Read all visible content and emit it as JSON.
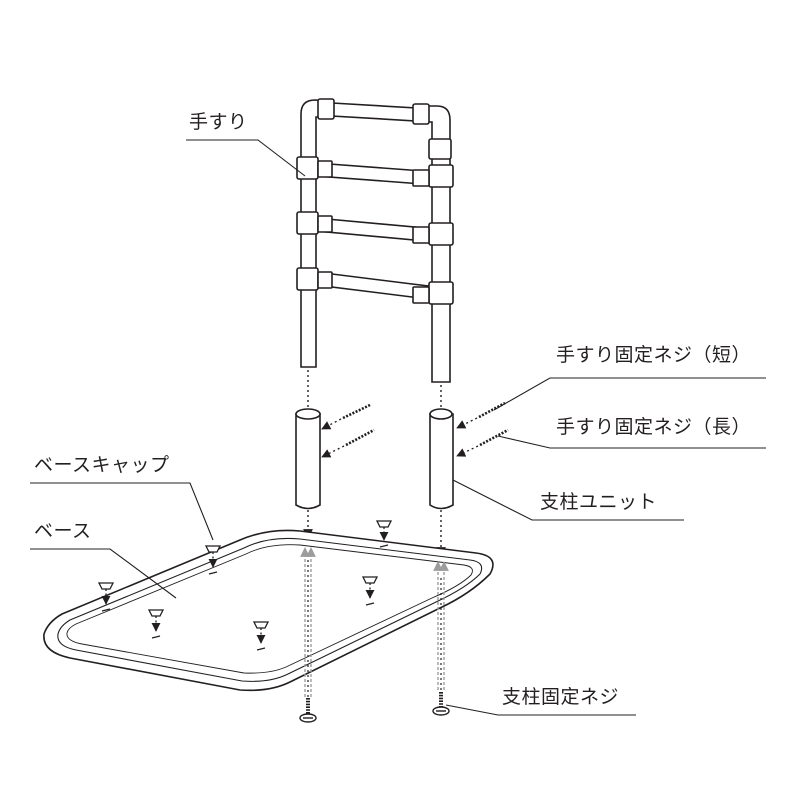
{
  "colors": {
    "ink": "#231f20",
    "guide": "#9c9c9c",
    "paper": "#ffffff"
  },
  "labels": {
    "handrail": "手すり",
    "handrail_screw_short": "手すり固定ネジ（短）",
    "handrail_screw_long": "手すり固定ネジ（長）",
    "base_cap": "ベースキャップ",
    "base": "ベース",
    "post_unit": "支柱ユニット",
    "post_screw": "支柱固定ネジ"
  }
}
